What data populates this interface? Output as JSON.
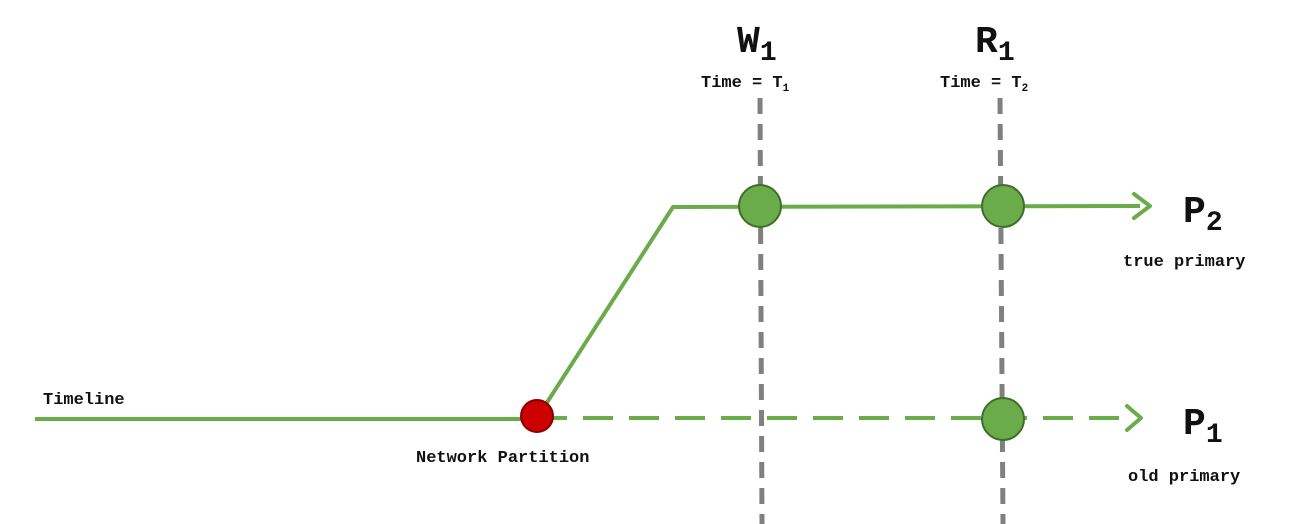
{
  "events": {
    "write": {
      "letter": "W",
      "subscript": "1",
      "time_label": "Time = T",
      "time_sub": "1"
    },
    "read": {
      "letter": "R",
      "subscript": "1",
      "time_label": "Time = T",
      "time_sub": "2"
    }
  },
  "nodes": {
    "p2": {
      "letter": "P",
      "subscript": "2",
      "caption": "true primary"
    },
    "p1": {
      "letter": "P",
      "subscript": "1",
      "caption": "old primary"
    }
  },
  "timeline_label": "Timeline",
  "partition_label": "Network Partition",
  "colors": {
    "green_line": "#6aab4a",
    "green_node": "#6aab4a",
    "node_stroke": "#3f6e2b",
    "partition": "#cc0000",
    "partition_stroke": "#8a0000",
    "dashed_gray": "#808080"
  }
}
